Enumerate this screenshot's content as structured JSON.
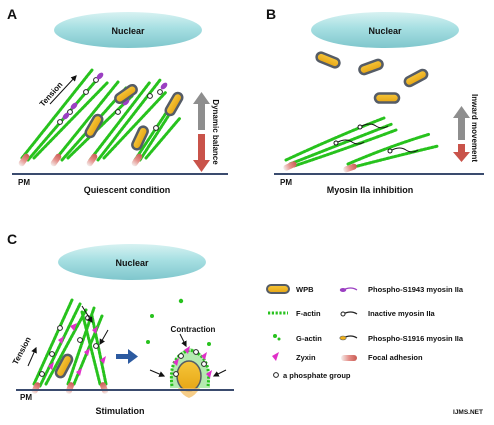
{
  "panels": {
    "a": {
      "letter": "A",
      "nucleus": "Nuclear",
      "tension": "Tension",
      "side": "Dynamic balance",
      "membrane": "PM",
      "caption": "Quiescent condition"
    },
    "b": {
      "letter": "B",
      "nucleus": "Nuclear",
      "side": "Inward movement",
      "membrane": "PM",
      "caption": "Myosin IIa inhibition"
    },
    "c": {
      "letter": "C",
      "nucleus": "Nuclear",
      "tension": "Tension",
      "contraction": "Contraction",
      "membrane": "PM",
      "caption": "Stimulation"
    }
  },
  "legend": {
    "wpb": "WPB",
    "factin": "F-actin",
    "gactin": "G-actin",
    "zyxin": "Zyxin",
    "phosphate": "a phosphate group",
    "p1943": "Phospho-S1943 myosin IIa",
    "inactive": "Inactive myosin IIa",
    "p1916": "Phospho-S1916 myosin IIa",
    "focal": "Focal adhesion"
  },
  "watermark": "IJMS.NET",
  "colors": {
    "wpb_fill": "#f2b21b",
    "wpb_stroke": "#555c66",
    "actin": "#27c21d",
    "zyxin": "#e030c8",
    "myosin_p1943": "#9b3fc2",
    "nucleus": "#8ad1d6",
    "membrane": "#3a4b6e",
    "arrow_up": "#8e8e8e",
    "arrow_down": "#c9534a",
    "focal": "#e0948e",
    "transition_arrow": "#2c5aa0"
  }
}
